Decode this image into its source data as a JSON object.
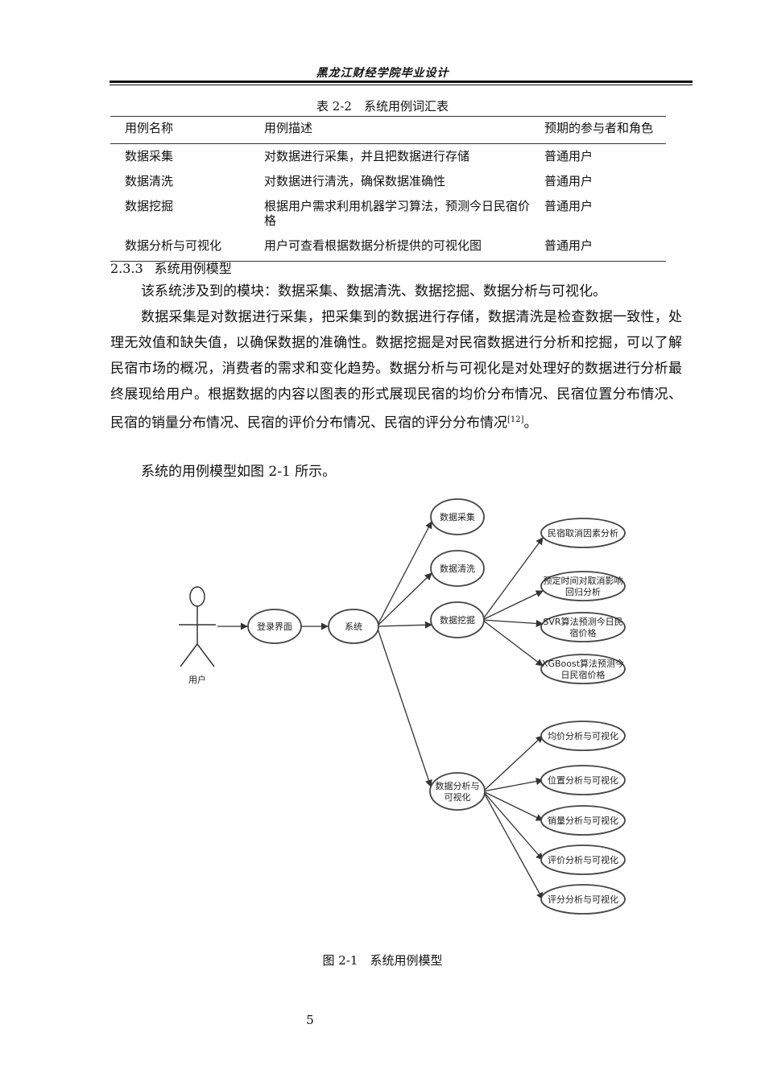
{
  "header": {
    "title": "黑龙江财经学院毕业设计"
  },
  "table": {
    "caption": "表 2-2　系统用例词汇表",
    "headers": [
      "用例名称",
      "用例描述",
      "预期的参与者和角色"
    ],
    "rows": [
      [
        "数据采集",
        "对数据进行采集，并且把数据进行存储",
        "普通用户"
      ],
      [
        "数据清洗",
        "对数据进行清洗，确保数据准确性",
        "普通用户"
      ],
      [
        "数据挖掘",
        "根据用户需求利用机器学习算法，预测今日民宿价格",
        "普通用户"
      ],
      [
        "数据分析与可视化",
        "用户可查看根据数据分析提供的可视化图",
        "普通用户"
      ]
    ]
  },
  "section": {
    "number": "2.3.3",
    "title": "系统用例模型"
  },
  "paragraphs": {
    "p1": "该系统涉及到的模块：数据采集、数据清洗、数据挖掘、数据分析与可视化。",
    "p2": "数据采集是对数据进行采集，把采集到的数据进行存储，数据清洗是检查数据一致性，处理无效值和缺失值，以确保数据的准确性。数据挖掘是对民宿数据进行分析和挖掘，可以了解民宿市场的概况，消费者的需求和变化趋势。数据分析与可视化是对处理好的数据进行分析最终展现给用户。根据数据的内容以图表的形式展现民宿的均价分布情况、民宿位置分布情况、民宿的销量分布情况、民宿的评价分布情况、民宿的评分分布情况",
    "p2_citation": "[12]",
    "p2_end": "。",
    "p3": "系统的用例模型如图 2-1 所示。"
  },
  "diagram": {
    "actor": "用户",
    "login": "登录界面",
    "system": "系统",
    "modules": [
      "数据采集",
      "数据清洗",
      "数据挖掘",
      [
        "数据分析与",
        "可视化"
      ]
    ],
    "mining": [
      [
        "民宿取消因素分析"
      ],
      [
        "预定时间对取消影响",
        "回归分析"
      ],
      [
        "SVR算法预测今日民",
        "宿价格"
      ],
      [
        "XGBoost算法预测今",
        "日民宿价格"
      ]
    ],
    "visual": [
      [
        "均价分析与可视化"
      ],
      [
        "位置分析与可视化"
      ],
      [
        "销量分析与可视化"
      ],
      [
        "评价分析与可视化"
      ],
      [
        "评分分析与可视化"
      ]
    ]
  },
  "figure_caption": "图 2-1　系统用例模型",
  "page_number": "5"
}
